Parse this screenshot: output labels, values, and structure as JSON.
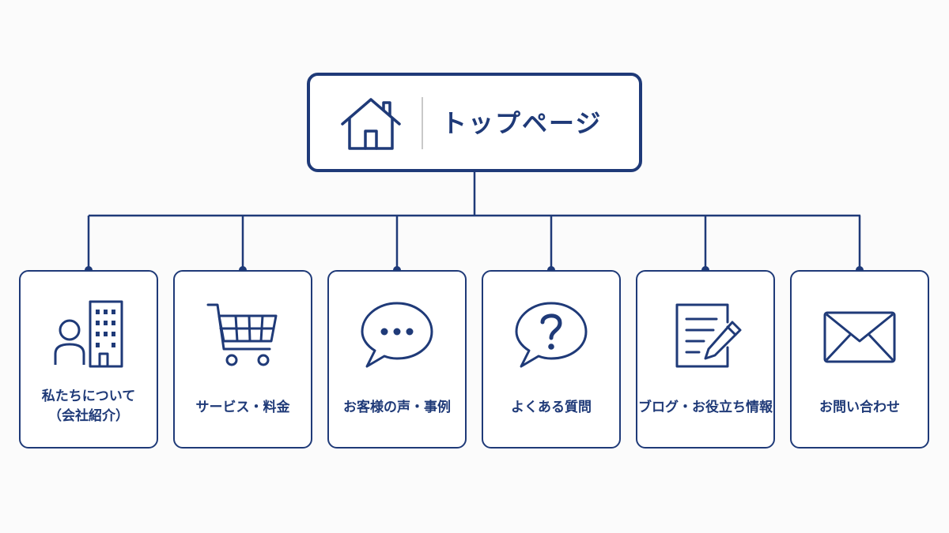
{
  "colors": {
    "primary": "#1f3a78",
    "background": "#fbfbfb",
    "card_background": "#ffffff",
    "divider": "#c9c9c9"
  },
  "top": {
    "title": "トップページ",
    "icon": "home-icon"
  },
  "children": [
    {
      "line1": "私たちについて",
      "line2": "（会社紹介）",
      "icon": "person-building-icon"
    },
    {
      "line1": "サービス・料金",
      "line2": "",
      "icon": "shopping-cart-icon"
    },
    {
      "line1": "お客様の声・事例",
      "line2": "",
      "icon": "speech-bubble-icon"
    },
    {
      "line1": "よくある質問",
      "line2": "",
      "icon": "question-bubble-icon"
    },
    {
      "line1": "ブログ・お役立ち情報",
      "line2": "",
      "icon": "document-pencil-icon"
    },
    {
      "line1": "お問い合わせ",
      "line2": "",
      "icon": "envelope-icon"
    }
  ]
}
